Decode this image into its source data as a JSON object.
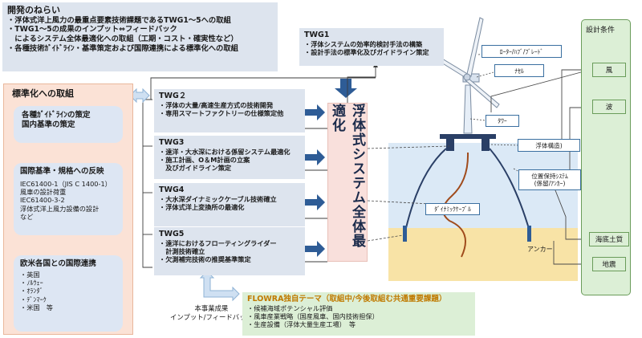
{
  "aim": {
    "title": "開発のねらい",
    "lines": [
      "・浮体式洋上風力の最重点要素技術課題であるTWG1～5への取組",
      "・TWG1～5の成果のインプット⇔フィードバック",
      "　によるシステム全体最適化への取組（工期・コスト・確実性など）",
      "・各種技術ｶﾞｲﾄﾞﾗｲﾝ・基準策定および国際連携による標準化への取組"
    ]
  },
  "standardization": {
    "title": "標準化への取組",
    "guidelines": [
      "各種ｶﾞｲﾄﾞﾗｲﾝの策定",
      "国内基準の策定"
    ],
    "intl_standards": {
      "head": "国際基準・規格への反映",
      "items": [
        "IEC61400-1（JIS C 1400-1）",
        "風車の設計荷重",
        "IEC61400-3-2",
        "浮体式洋上風力設備の設計",
        "など"
      ]
    },
    "intl_cooperation": {
      "head": "欧米各国との国際連携",
      "items": [
        "・英国",
        "・ﾉﾙｳｪｰ",
        "・ｵﾗﾝﾀﾞ",
        "・ﾃﾞﾝﾏｰｸ",
        "・米国　等"
      ]
    }
  },
  "twg": [
    {
      "head": "TWG1",
      "items": [
        "・浮体システムの効率的検討手法の構築",
        "・設計手法の標準化及びガイドライン策定"
      ]
    },
    {
      "head": "TWG２",
      "items": [
        "・浮体の大量/高速生産方式の技術開発",
        "・専用スマートファクトリーの仕様策定他"
      ]
    },
    {
      "head": "TWG3",
      "items": [
        "・遠洋・大水深における係留システム最適化",
        "・施工計画、O＆M計画の立案",
        "　及びガイドライン策定"
      ]
    },
    {
      "head": "TWG4",
      "items": [
        "・大水深ダイナミックケーブル技術確立",
        "・浮体式洋上変換所の最適化"
      ]
    },
    {
      "head": "TWG5",
      "items": [
        "・遠洋におけるフローティングライダー",
        "　計測技術確立",
        "・欠測補完技術の推奨基準策定"
      ]
    }
  ],
  "optimization_label": "浮体式システム全体最適化",
  "flowra": {
    "head": "FLOWRA独自テーマ（取組中/今後取組む共通重要課題）",
    "items": [
      "・候補海域ポテンシャル評価",
      "・風車産業戦略（国産風車、国内技術担保）",
      "・生産設備（浮体大量生産工場）　等"
    ]
  },
  "io_label": [
    "本事業成果",
    "インプット/フィードバック"
  ],
  "turbine_labels": {
    "rotor": "ﾛｰﾀｰ/ﾊﾌﾞ/ﾌﾞﾚｰﾄﾞ",
    "nacelle": "ﾅｾﾙ",
    "tower": "ﾀﾜｰ",
    "floater": "浮体構造)",
    "mooring": "位置保持ｼｽﾃﾑ\n(係留/ｱﾝｶｰ)",
    "cable": "ﾀﾞｲﾅﾐｯｸｹｰﾌﾞﾙ",
    "anchor": "アンカー"
  },
  "design_conditions": {
    "title": "設計条件",
    "items": [
      "風",
      "波",
      "海底土質",
      "地震"
    ]
  },
  "colors": {
    "panel_blue": "#dde4ee",
    "panel_orange": "#fbe2d6",
    "panel_green": "#dcefd6",
    "arrow_blue": "#2e5c96",
    "sea": "#dbe9f6",
    "seabed": "#f8e3a6"
  }
}
